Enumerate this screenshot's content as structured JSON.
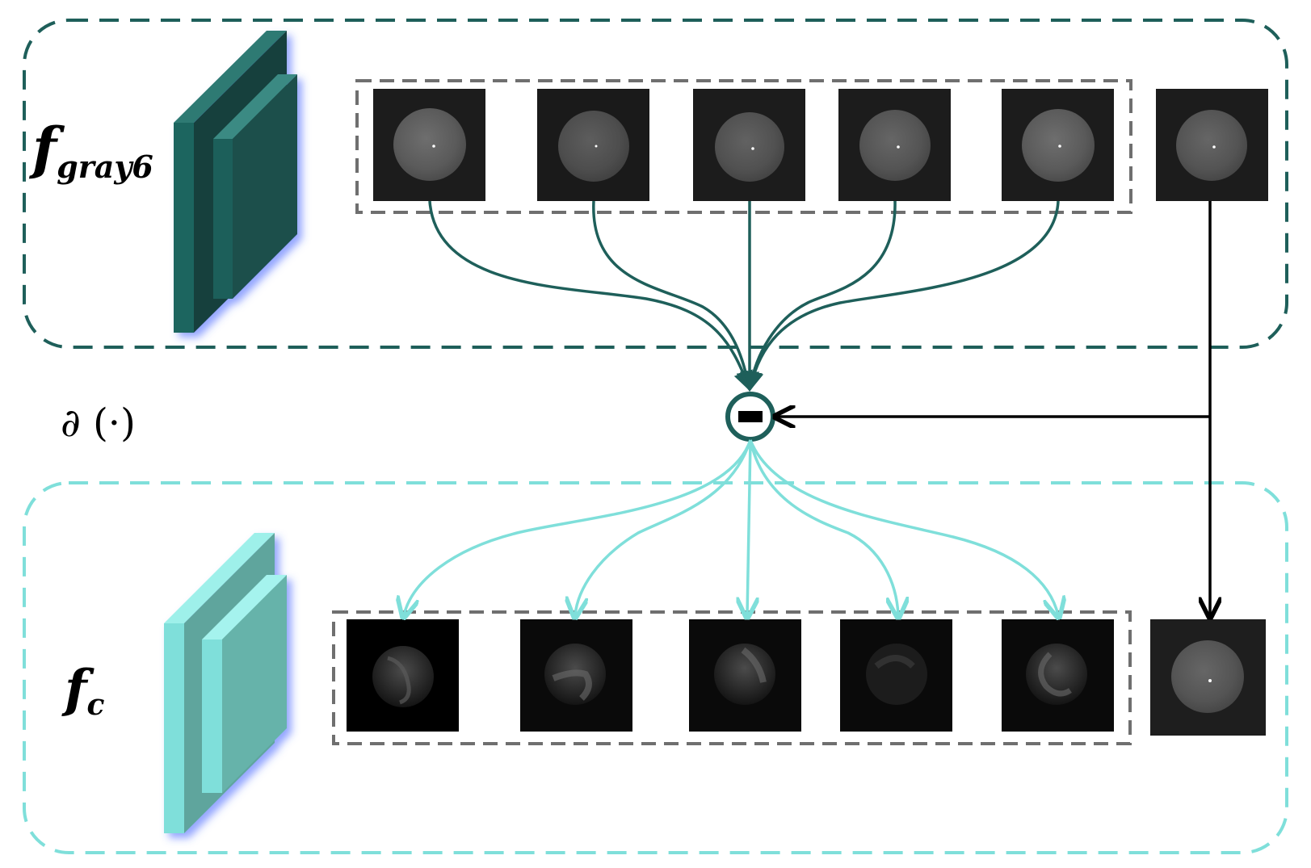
{
  "colors": {
    "dark_teal": "#1e5f5a",
    "dark_teal_front": "#1a4f4b",
    "dark_teal_side": "#16403c",
    "light_teal": "#7fdfda",
    "light_teal_front": "#66b3aa",
    "light_teal_side": "#5ea59d",
    "gray_dash": "#6f6f6f",
    "arrow_black": "#000000",
    "glow": "#3a5cff"
  },
  "labels": {
    "top_feature": {
      "base": "f",
      "subscript": "gray6"
    },
    "bottom_feature": {
      "base": "f",
      "subscript": "c"
    },
    "operator": "∂ (·)"
  },
  "operator_node": {
    "icon": "minus-in-circle-icon"
  },
  "top_frames": {
    "count": 5,
    "kind": "gray-disc-image"
  },
  "reference_frame": {
    "kind": "gray-disc-image"
  },
  "bottom_frames": {
    "count": 5,
    "kind": "difference-image"
  },
  "bottom_reference_frame": {
    "kind": "gray-disc-image"
  }
}
